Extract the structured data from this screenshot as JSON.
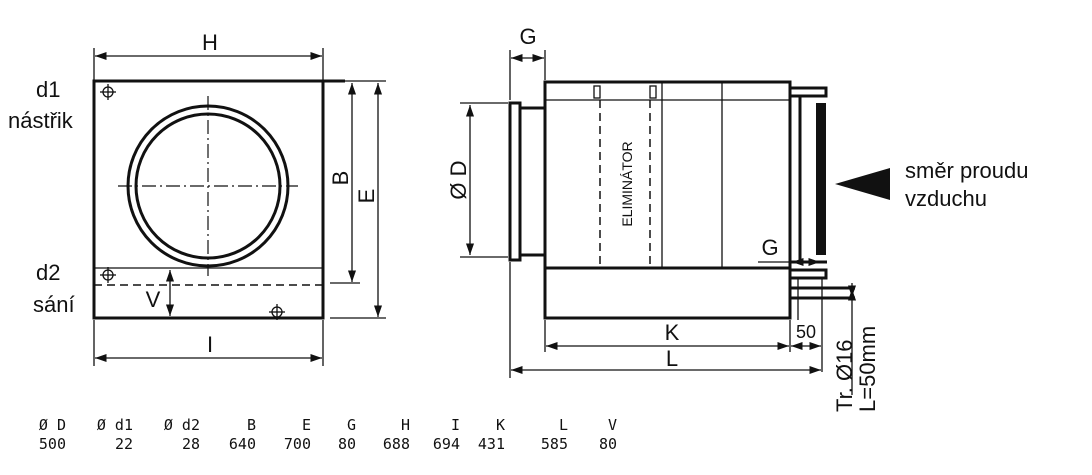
{
  "front_view": {
    "labels": {
      "H": "H",
      "I": "I",
      "B": "B",
      "E": "E",
      "V": "V",
      "d1": "d1",
      "d1_desc": "nástřik",
      "d2": "d2",
      "d2_desc": "sání"
    }
  },
  "side_view": {
    "labels": {
      "D": "Ø D",
      "G_top": "G",
      "G_bottom": "G",
      "K": "K",
      "L": "L",
      "fifty": "50",
      "eliminator": "ELIMINÁTOR",
      "tr": "Tr. Ø16",
      "len": "L=50mm"
    },
    "airflow": {
      "line1": "směr proudu",
      "line2": "vzduchu"
    }
  },
  "dimensions_table": {
    "headers": [
      "Ø D",
      "Ø d1",
      "Ø d2",
      "B",
      "E",
      "G",
      "H",
      "I",
      "K",
      "L",
      "V"
    ],
    "values": [
      "500",
      "22",
      "28",
      "640",
      "700",
      "80",
      "688",
      "694",
      "431",
      "585",
      "80"
    ]
  }
}
